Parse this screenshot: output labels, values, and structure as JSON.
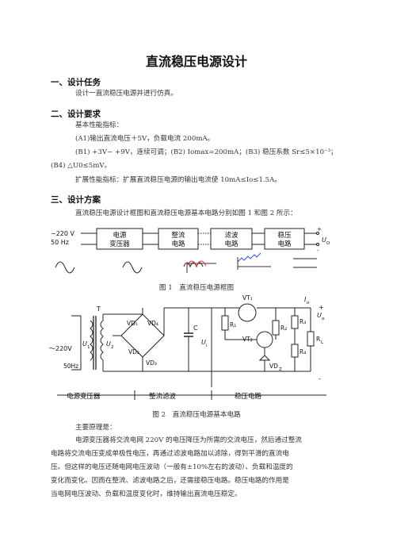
{
  "title": "直流稳压电源设计",
  "section1": {
    "heading": "一、设计任务",
    "text": "设计一直流稳压电源并进行仿真。"
  },
  "section2": {
    "heading": "二、设计要求",
    "intro": "基本性能指标：",
    "a1": "(A1)输出直流电压＋5V，负载电流 200mA。",
    "b_line1": "(B1) +3V~ +9V，连续可调；(B2) Iomax=200mA；(B3) 稳压系数 Sr≤5×10⁻³；",
    "b_line2": "(B4) △U0≤5mV。",
    "ext": "扩展性能指标：扩展直流稳压电源的输出电流使 10mA≤Io≤1.5A。"
  },
  "section3": {
    "heading": "三、设计方案",
    "intro": "直流稳压电源设计框图和直流稳压电源基本电路分别如图 1 和图 2 所示："
  },
  "fig1": {
    "caption": "图 1　直流稳压电源框图",
    "input_v": "~220 V",
    "input_f": "50 Hz",
    "blocks": [
      {
        "l1": "电源",
        "l2": "变压器"
      },
      {
        "l1": "整流",
        "l2": "电路"
      },
      {
        "l1": "滤波",
        "l2": "电路"
      },
      {
        "l1": "稳压",
        "l2": "电路"
      }
    ],
    "output": "U",
    "output_sub": "O"
  },
  "fig2": {
    "caption": "图 2　直流稳压电源基本电路",
    "labels": {
      "ac_in": "～220V",
      "freq": "50Hz",
      "T": "T",
      "U1": "U",
      "U1_sub": "1",
      "U2": "U",
      "U2_sub": "2",
      "VD1": "VD₁",
      "VD2": "VD₂",
      "VD3": "VD₃",
      "VD4": "VD₄",
      "C": "C",
      "Ui": "U",
      "Ui_sub": "i",
      "VT1": "VT₁",
      "VT2": "VT₂",
      "R1": "R₁",
      "R2": "R₂",
      "R3": "R₃",
      "R4": "R₄",
      "RL": "R",
      "RL_sub": "L",
      "VDz": "VD",
      "VDz_sub": "Z",
      "Io": "I",
      "Io_sub": "o",
      "Uo": "U",
      "Uo_sub": "o",
      "plus": "+",
      "minus": "-"
    },
    "sections": [
      "电源变压器",
      "整流滤波",
      "稳压电路"
    ]
  },
  "principle": {
    "heading": "主要原理是：",
    "lines": [
      "电源变压器将交流电网 220V 的电压降压为所需的交流电压，然后通过整流",
      "电路将交流电压变成单极性电压，再通过滤波电路加以滤除，得到平滑的直流电",
      "压。但这样的电压还随电网电压波动（一般有±10%左右的波动）、负载和温度的",
      "变化而变化。因而在整流、滤波电路之后，还需接稳压电路。稳压电路的作用是",
      "当电网电压波动、负载和温度变化时，维持输出直流电压稳定。"
    ]
  }
}
